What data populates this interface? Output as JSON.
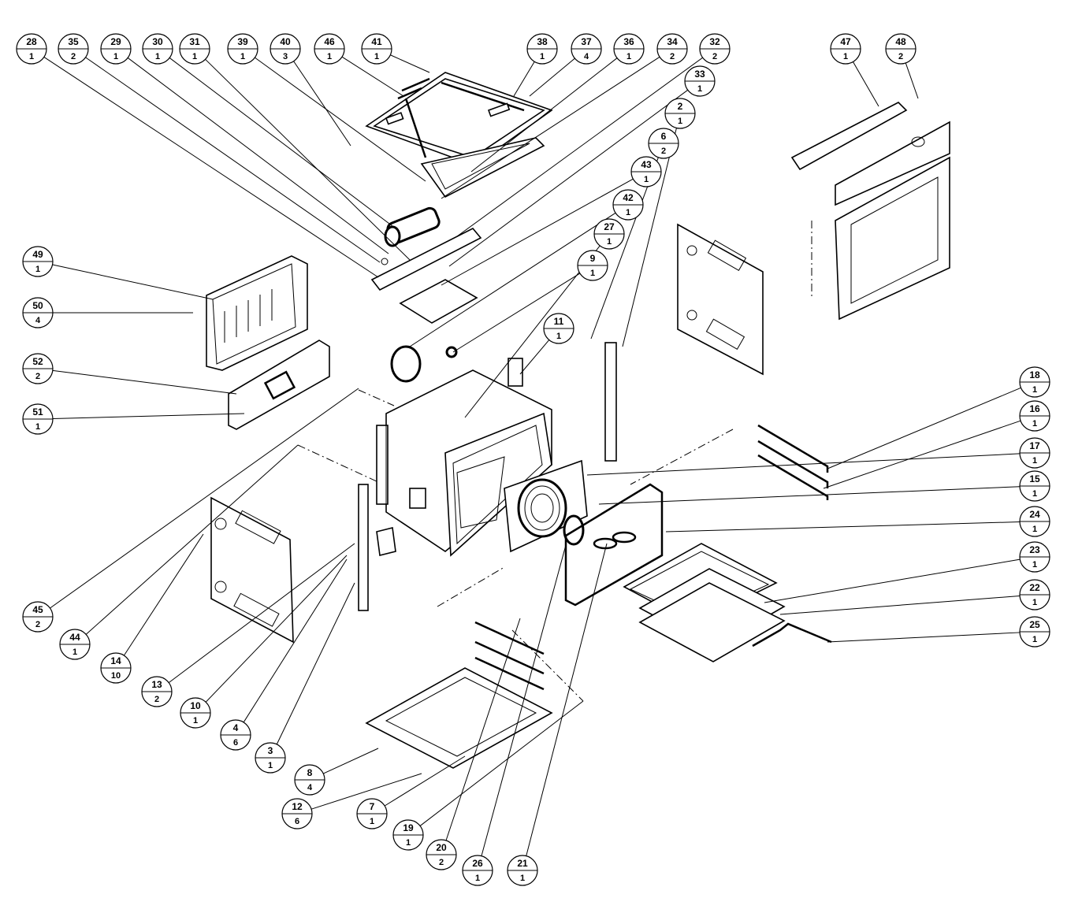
{
  "callouts": [
    {
      "num": "28",
      "qty": "1"
    },
    {
      "num": "35",
      "qty": "2"
    },
    {
      "num": "29",
      "qty": "1"
    },
    {
      "num": "30",
      "qty": "1"
    },
    {
      "num": "31",
      "qty": "1"
    },
    {
      "num": "39",
      "qty": "1"
    },
    {
      "num": "40",
      "qty": "3"
    },
    {
      "num": "46",
      "qty": "1"
    },
    {
      "num": "41",
      "qty": "1"
    },
    {
      "num": "38",
      "qty": "1"
    },
    {
      "num": "37",
      "qty": "4"
    },
    {
      "num": "36",
      "qty": "1"
    },
    {
      "num": "34",
      "qty": "2"
    },
    {
      "num": "32",
      "qty": "2"
    },
    {
      "num": "33",
      "qty": "1"
    },
    {
      "num": "2",
      "qty": "1"
    },
    {
      "num": "6",
      "qty": "2"
    },
    {
      "num": "43",
      "qty": "1"
    },
    {
      "num": "42",
      "qty": "1"
    },
    {
      "num": "27",
      "qty": "1"
    },
    {
      "num": "9",
      "qty": "1"
    },
    {
      "num": "11",
      "qty": "1"
    },
    {
      "num": "47",
      "qty": "1"
    },
    {
      "num": "48",
      "qty": "2"
    },
    {
      "num": "49",
      "qty": "1"
    },
    {
      "num": "50",
      "qty": "4"
    },
    {
      "num": "52",
      "qty": "2"
    },
    {
      "num": "51",
      "qty": "1"
    },
    {
      "num": "18",
      "qty": "1"
    },
    {
      "num": "16",
      "qty": "1"
    },
    {
      "num": "17",
      "qty": "1"
    },
    {
      "num": "15",
      "qty": "1"
    },
    {
      "num": "24",
      "qty": "1"
    },
    {
      "num": "23",
      "qty": "1"
    },
    {
      "num": "22",
      "qty": "1"
    },
    {
      "num": "25",
      "qty": "1"
    },
    {
      "num": "45",
      "qty": "2"
    },
    {
      "num": "44",
      "qty": "1"
    },
    {
      "num": "14",
      "qty": "10"
    },
    {
      "num": "13",
      "qty": "2"
    },
    {
      "num": "10",
      "qty": "1"
    },
    {
      "num": "4",
      "qty": "6"
    },
    {
      "num": "3",
      "qty": "1"
    },
    {
      "num": "8",
      "qty": "4"
    },
    {
      "num": "12",
      "qty": "6"
    },
    {
      "num": "7",
      "qty": "1"
    },
    {
      "num": "19",
      "qty": "1"
    },
    {
      "num": "20",
      "qty": "2"
    },
    {
      "num": "26",
      "qty": "1"
    },
    {
      "num": "21",
      "qty": "1"
    }
  ]
}
